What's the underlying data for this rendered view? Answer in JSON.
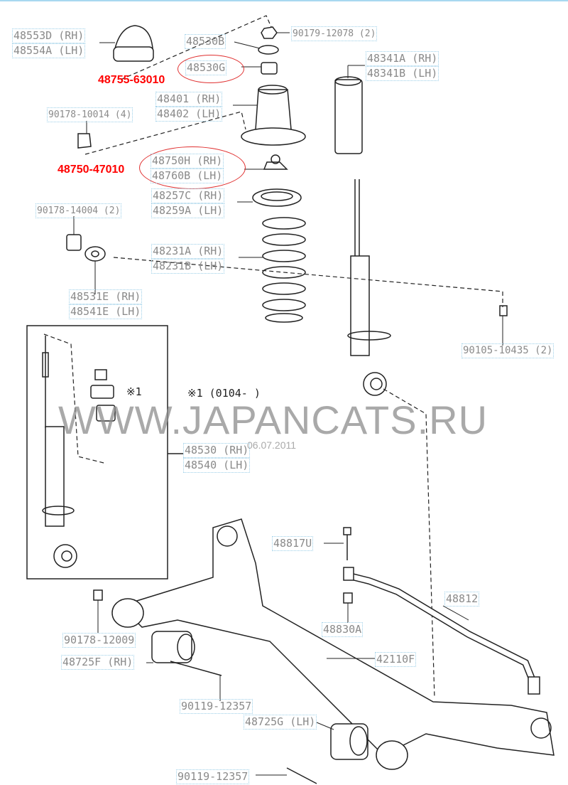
{
  "labels": {
    "l48553": [
      "48553D (RH)",
      "48554A (LH)"
    ],
    "l48530b": [
      "48530B"
    ],
    "l48530g": [
      "48530G"
    ],
    "l90179": [
      "90179-12078 (2)"
    ],
    "l48341": [
      "48341A (RH)",
      "48341B (LH)"
    ],
    "l48401": [
      "48401 (RH)",
      "48402 (LH)"
    ],
    "l90178a": [
      "90178-10014 (4)"
    ],
    "l48750": [
      "48750H (RH)",
      "48760B (LH)"
    ],
    "l48257": [
      "48257C (RH)",
      "48259A (LH)"
    ],
    "l90178b": [
      "90178-14004 (2)"
    ],
    "l48231": [
      "48231A (RH)",
      "48231B (LH)"
    ],
    "l48531": [
      "48531E (RH)",
      "48541E (LH)"
    ],
    "l90105": [
      "90105-10435 (2)"
    ],
    "l48530": [
      "48530 (RH)",
      "48540 (LH)"
    ],
    "l48817": [
      "48817U"
    ],
    "l48812": [
      "48812"
    ],
    "l90178c": [
      "90178-12009"
    ],
    "l48830": [
      "48830A"
    ],
    "l48725f": [
      "48725F (RH)"
    ],
    "l42110": [
      "42110F"
    ],
    "l90119a": [
      "90119-12357"
    ],
    "l48725g": [
      "48725G (LH)"
    ],
    "l90119b": [
      "90119-12357"
    ]
  },
  "red_labels": {
    "r1": "48755-63010",
    "r2": "48750-47010"
  },
  "notes": {
    "mark": "※1",
    "range": "※1 (0104-      )"
  },
  "watermark": "WWW.JAPANCATS.RU",
  "date": "06.07.2011"
}
